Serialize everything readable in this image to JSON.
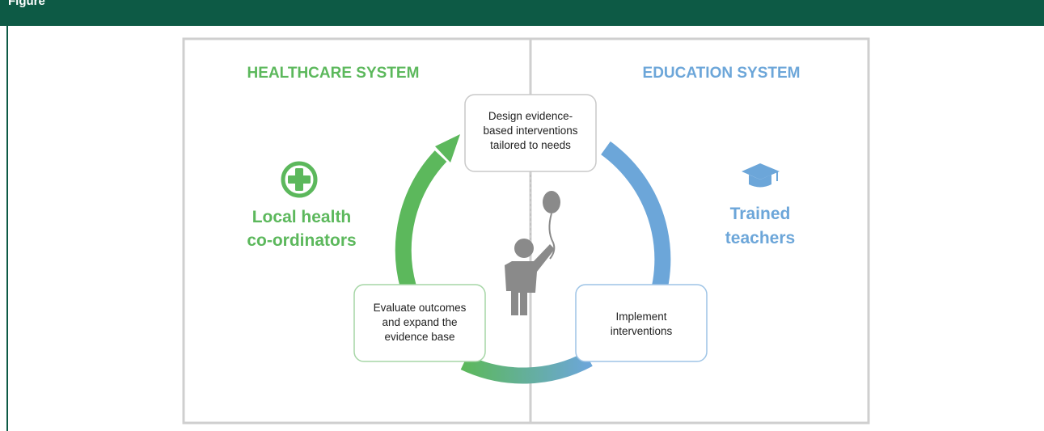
{
  "header": {
    "caption": "Figure"
  },
  "panels": {
    "left_title": "HEALTHCARE SYSTEM",
    "right_title": "EDUCATION SYSTEM"
  },
  "actors": {
    "left": {
      "line1": "Local health",
      "line2": "co-ordinators",
      "icon": "medical-cross-icon"
    },
    "right": {
      "line1": "Trained",
      "line2": "teachers",
      "icon": "graduation-cap-icon"
    }
  },
  "cycle_steps": {
    "design": {
      "line1": "Design evidence-",
      "line2": "based interventions",
      "line3": "tailored to needs"
    },
    "implement": {
      "line1": "Implement",
      "line2": "interventions"
    },
    "evaluate": {
      "line1": "Evaluate outcomes",
      "line2": "and expand the",
      "line3": "evidence base"
    }
  },
  "center_figure": {
    "icon": "child-with-balloon-icon"
  },
  "colors": {
    "header_bar": "#0d5a45",
    "health_green": "#5cb85c",
    "education_blue": "#6ca6d9",
    "frame_gray": "#cfcfcf",
    "figure_gray": "#8a8a8a"
  }
}
